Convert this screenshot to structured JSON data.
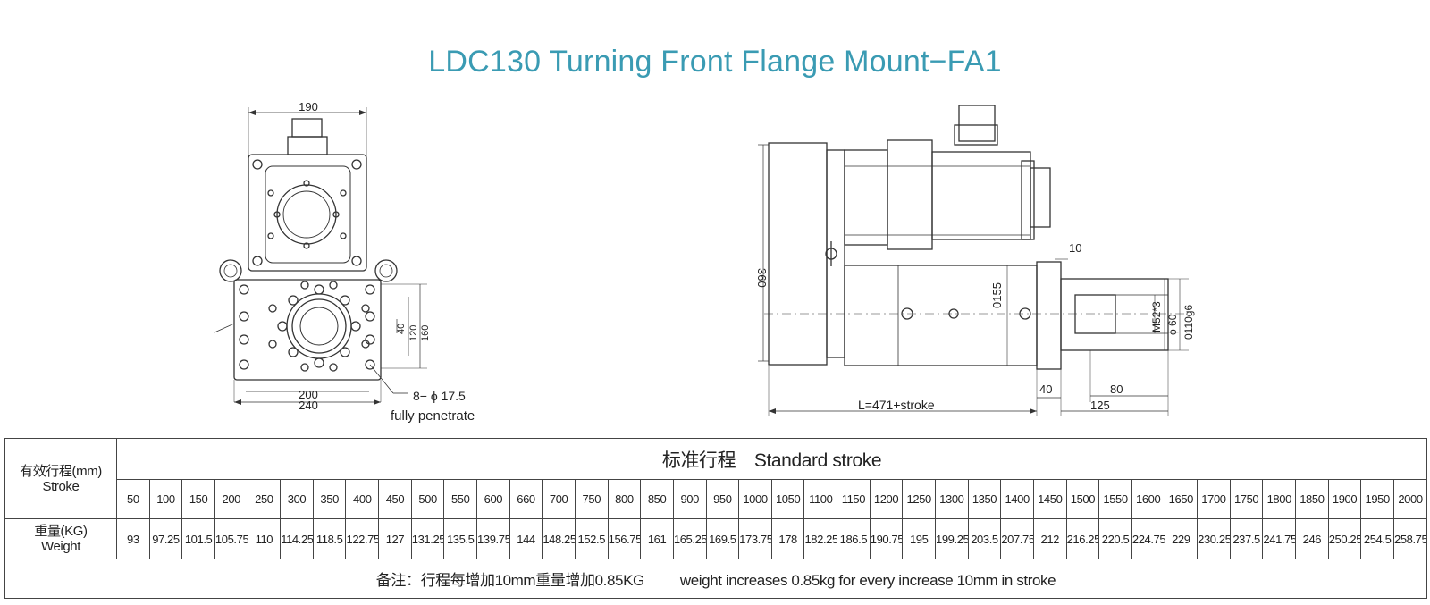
{
  "title": "LDC130 Turning Front Flange Mount−FA1",
  "front_view": {
    "dim_top": "190",
    "dim_200": "200",
    "dim_240": "240",
    "dim_40": "40",
    "dim_120": "120",
    "dim_160": "160",
    "hole_callout": "8− ϕ 17.5",
    "hole_note": "fully penetrate"
  },
  "side_view": {
    "dim_360": "360",
    "dim_155": "0155",
    "dim_10": "10",
    "dim_m52": "M52*3",
    "dim_60": "ϕ 60",
    "dim_110": "0110g6",
    "dim_40": "40",
    "dim_80": "80",
    "dim_125": "125",
    "length_formula": "L=471+stroke"
  },
  "table": {
    "stroke_label_cn": "有效行程(mm)",
    "stroke_label_en": "Stroke",
    "standard_stroke": "标准行程　Standard stroke",
    "weight_label_cn": "重量(KG)",
    "weight_label_en": "Weight",
    "strokes": [
      "50",
      "100",
      "150",
      "200",
      "250",
      "300",
      "350",
      "400",
      "450",
      "500",
      "550",
      "600",
      "660",
      "700",
      "750",
      "800",
      "850",
      "900",
      "950",
      "1000",
      "1050",
      "1100",
      "1150",
      "1200",
      "1250",
      "1300",
      "1350",
      "1400",
      "1450",
      "1500",
      "1550",
      "1600",
      "1650",
      "1700",
      "1750",
      "1800",
      "1850",
      "1900",
      "1950",
      "2000"
    ],
    "weights": [
      "93",
      "97.25",
      "101.5",
      "105.75",
      "110",
      "114.25",
      "118.5",
      "122.75",
      "127",
      "131.25",
      "135.5",
      "139.75",
      "144",
      "148.25",
      "152.5",
      "156.75",
      "161",
      "165.25",
      "169.5",
      "173.75",
      "178",
      "182.25",
      "186.5",
      "190.75",
      "195",
      "199.25",
      "203.5",
      "207.75",
      "212",
      "216.25",
      "220.5",
      "224.75",
      "229",
      "230.25",
      "237.5",
      "241.75",
      "246",
      "250.25",
      "254.5",
      "258.75"
    ],
    "note_cn": "备注：行程每增加10mm重量增加0.85KG",
    "note_en": "weight increases 0.85kg for every increase 10mm in stroke"
  }
}
